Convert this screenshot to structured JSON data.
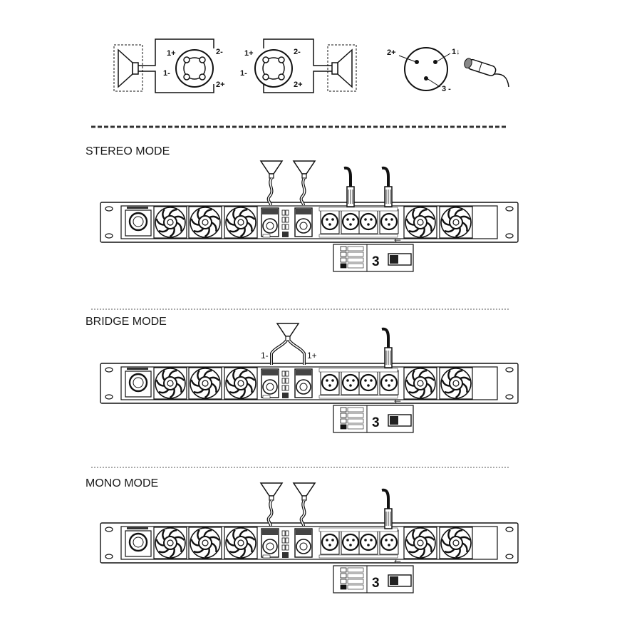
{
  "connectors": {
    "speakon_left": {
      "pins": [
        "1+",
        "2-",
        "1-",
        "2+"
      ]
    },
    "speakon_right": {
      "pins": [
        "1+",
        "2-",
        "1-",
        "2+"
      ]
    },
    "xlr": {
      "pins": [
        "2+",
        "1↓",
        "3 -"
      ]
    },
    "microphone_icon": "microphone-icon"
  },
  "modes": [
    {
      "title": "STEREO MODE"
    },
    {
      "title": "BRIDGE MODE",
      "bridge_labels": [
        "1-",
        "1+"
      ]
    },
    {
      "title": "MONO MODE"
    }
  ],
  "switch": {
    "digit": "3",
    "arrow": "←"
  },
  "panel": {
    "fan_count": 5,
    "xlr_count": 4,
    "speakon_count": 2
  },
  "colors": {
    "line": "#111111",
    "fill": "#ffffff",
    "dark_fill": "#222222"
  }
}
